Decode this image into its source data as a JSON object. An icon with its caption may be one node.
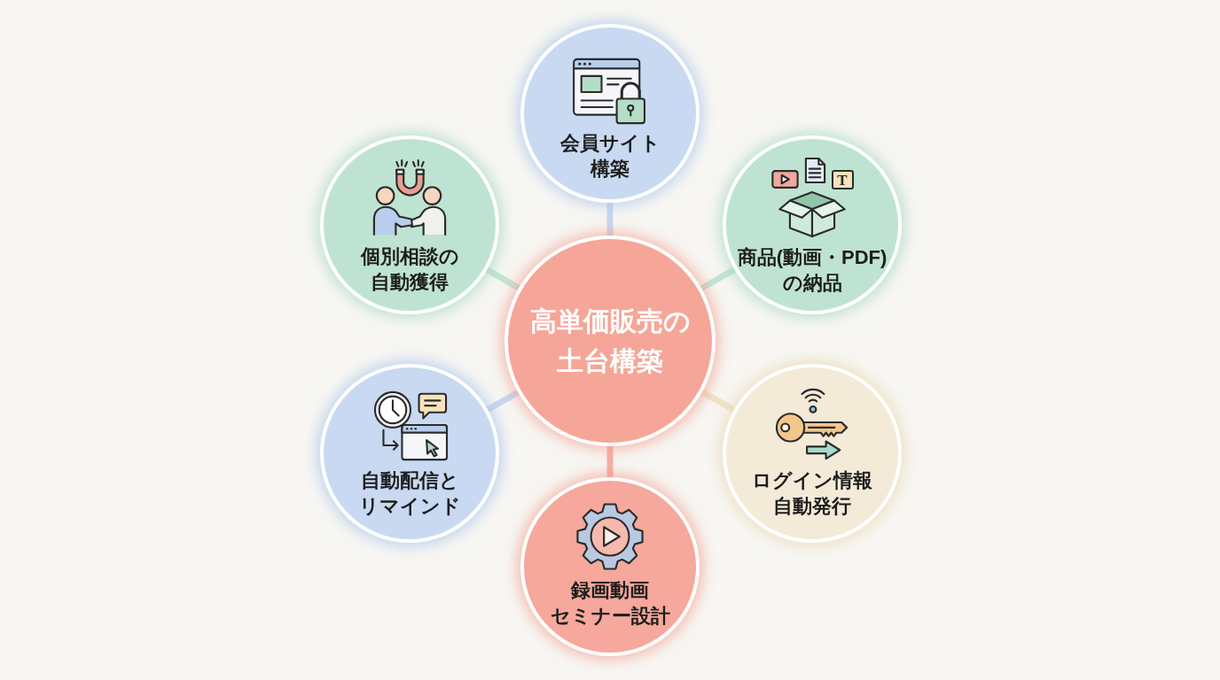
{
  "diagram": {
    "nodes": [
      {
        "text": [
          "高単価販売の土台構築"
        ]
      },
      {
        "text": [
          "会員サイト構築"
        ]
      },
      {
        "text": [
          "T",
          "商品(動画・PDF)の納品"
        ]
      },
      {
        "text": [
          "ログイン情報自動発行"
        ]
      },
      {
        "text": [
          "録画動画セミナー設計"
        ]
      },
      {
        "text": [
          "自動配信とリマインド"
        ]
      },
      {
        "text": [
          "個別相談の自動獲得"
        ]
      }
    ],
    "edges": [
      {
        "from": 0,
        "to": 1,
        "arrow": "none",
        "color": "#c7d7ed"
      },
      {
        "from": 0,
        "to": 2,
        "arrow": "none",
        "color": "#c3e4d3"
      },
      {
        "from": 0,
        "to": 3,
        "arrow": "none",
        "color": "#eee3c8"
      },
      {
        "from": 0,
        "to": 4,
        "arrow": "none",
        "color": "#f2b2a6"
      },
      {
        "from": 0,
        "to": 5,
        "arrow": "none",
        "color": "#c7d7ed"
      },
      {
        "from": 0,
        "to": 6,
        "arrow": "none",
        "color": "#c3e4d3"
      }
    ]
  }
}
